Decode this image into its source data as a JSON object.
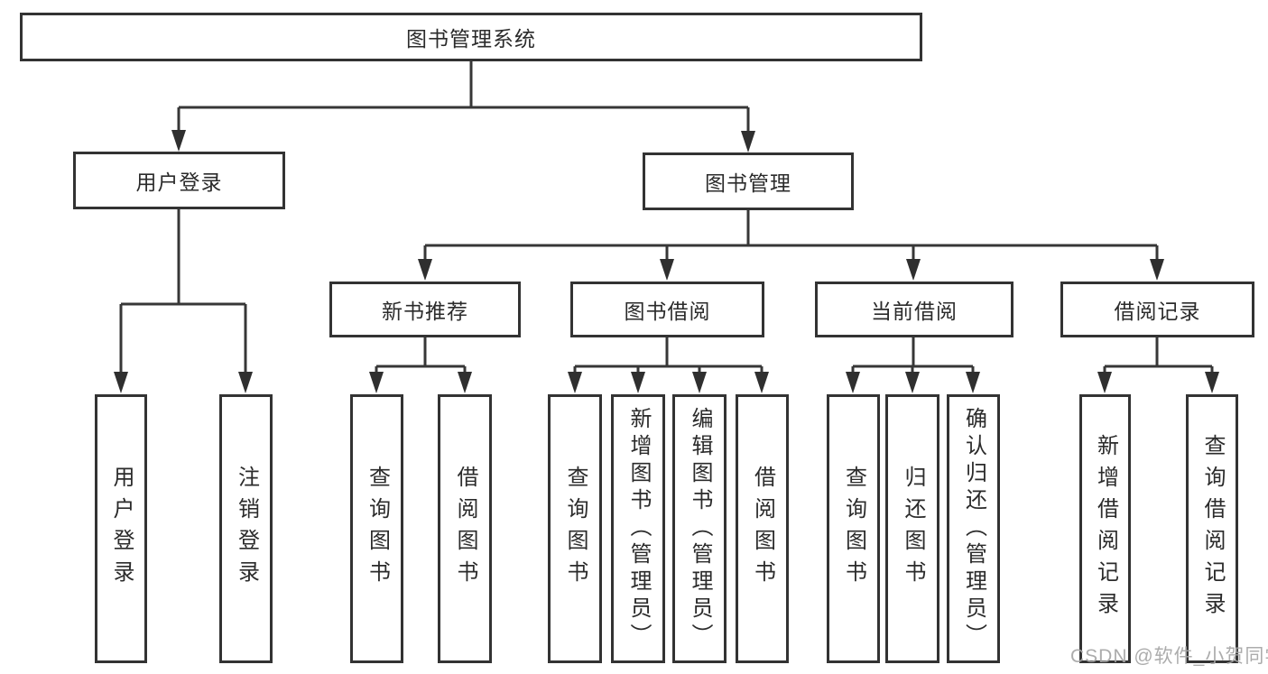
{
  "diagram_type": "functional-structure-tree",
  "colors": {
    "background": "#ffffff",
    "line": "#373737",
    "box_border": "#333333",
    "text": "#2b2b2b",
    "watermark": "#a5a5a5"
  },
  "hierarchy": {
    "label": "图书管理系统",
    "children": [
      {
        "label": "用户登录",
        "children": [
          {
            "label": "用户登录"
          },
          {
            "label": "注销登录"
          }
        ]
      },
      {
        "label": "图书管理",
        "children": [
          {
            "label": "新书推荐",
            "children": [
              {
                "label": "查询图书"
              },
              {
                "label": "借阅图书"
              }
            ]
          },
          {
            "label": "图书借阅",
            "children": [
              {
                "label": "查询图书"
              },
              {
                "label": "新增图书（管理员）"
              },
              {
                "label": "编辑图书（管理员）"
              },
              {
                "label": "借阅图书"
              }
            ]
          },
          {
            "label": "当前借阅",
            "children": [
              {
                "label": "查询图书"
              },
              {
                "label": "归还图书"
              },
              {
                "label": "确认归还（管理员）"
              }
            ]
          },
          {
            "label": "借阅记录",
            "children": [
              {
                "label": "新增借阅记录"
              },
              {
                "label": "查询借阅记录"
              }
            ]
          }
        ]
      }
    ]
  },
  "watermark": {
    "text": "CSDN @软件_小贺同学"
  }
}
